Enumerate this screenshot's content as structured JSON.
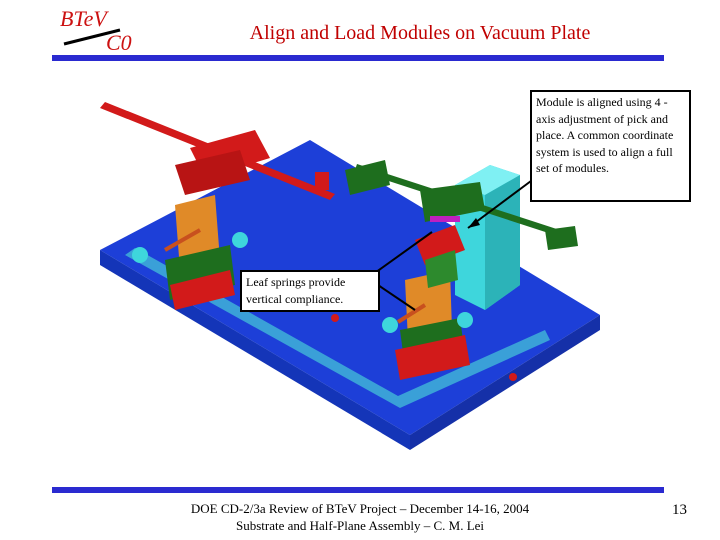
{
  "slide": {
    "title": "Align and Load Modules on Vacuum Plate",
    "logo_text": {
      "top": "BTeV",
      "bottom": "C0"
    },
    "callouts": {
      "module_alignment": "Module is aligned using 4 -axis adjustment of pick and place.  A common coordinate system is used to align a full set of modules.",
      "leaf_springs": "Leaf springs provide vertical compliance."
    },
    "footer": {
      "line1": "DOE CD-2/3a Review of BTeV Project – December 14-16, 2004",
      "line2": "Substrate and Half-Plane Assembly – C. M. Lei"
    },
    "page_number": "13"
  },
  "colors": {
    "title": "#c00000",
    "rule": "#2a2ad0",
    "logo_red": "#cc1111",
    "logo_blue": "#2244cc",
    "base_blue": "#1d3fd8",
    "rail_blue": "#3aa0d8",
    "red_parts": "#d21a1a",
    "green_parts": "#1e6e1e",
    "cyan_block": "#3ed6dc",
    "orange_block": "#e08a28"
  }
}
